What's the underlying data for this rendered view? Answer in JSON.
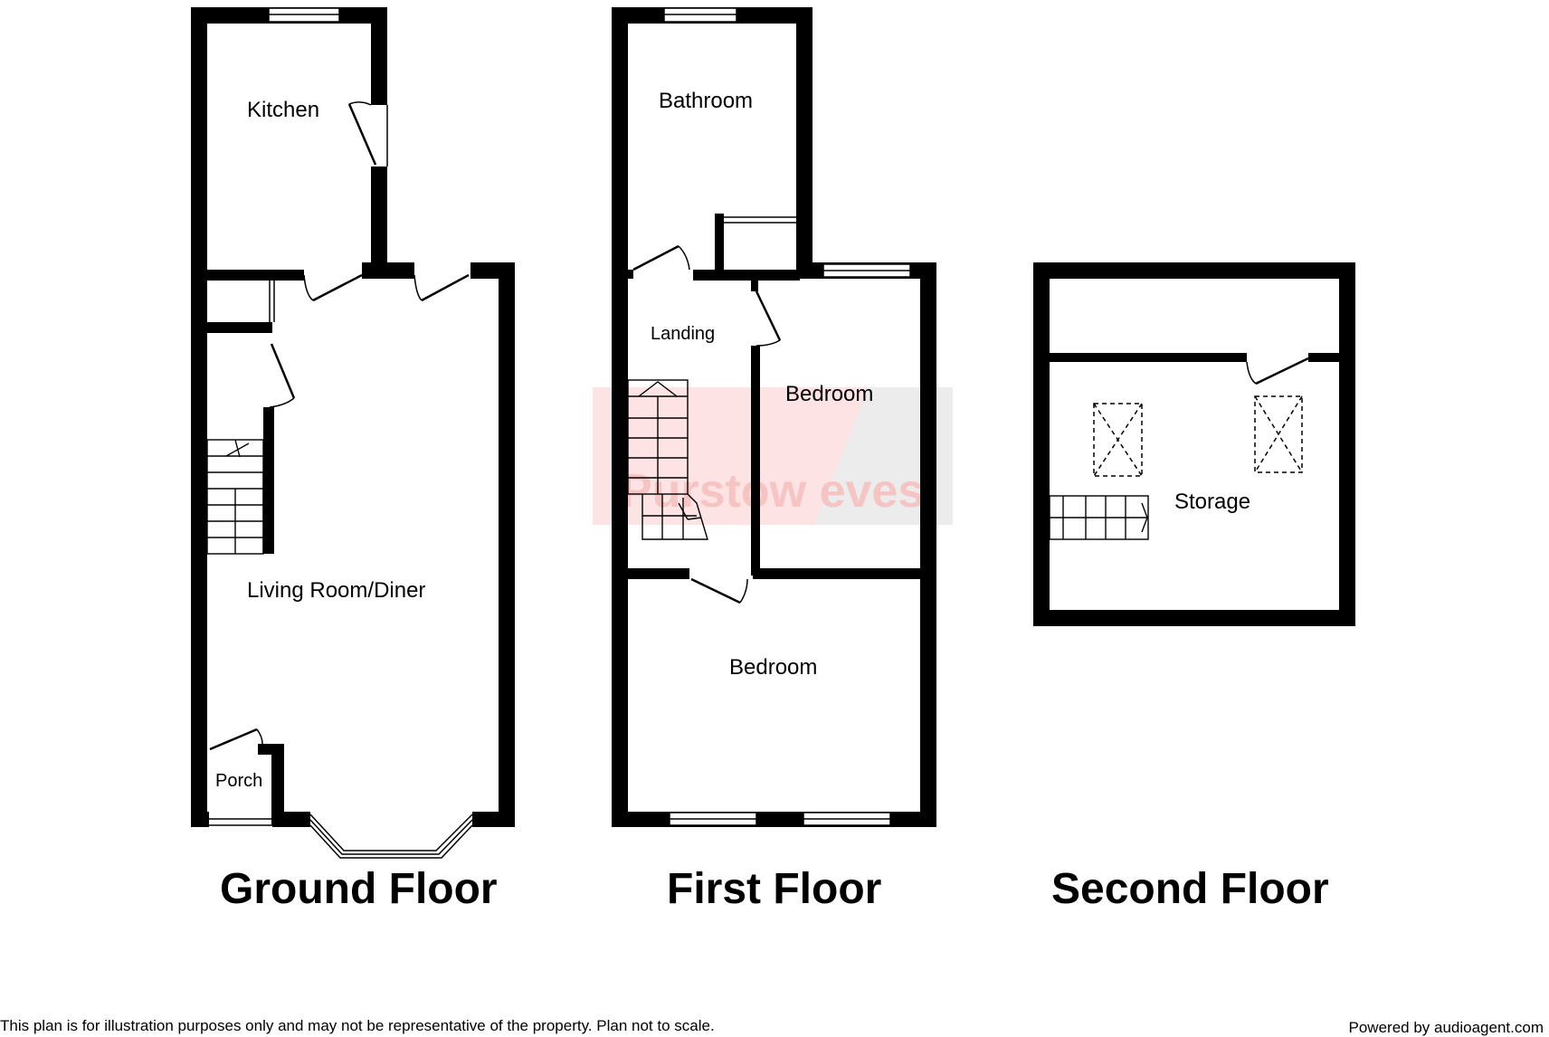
{
  "watermark": {
    "text": "Purstow eves",
    "color": "#e8202a"
  },
  "floors": [
    {
      "title": "Ground Floor",
      "rooms": [
        "Kitchen",
        "Living Room/Diner",
        "Porch"
      ]
    },
    {
      "title": "First Floor",
      "rooms": [
        "Bathroom",
        "Landing",
        "Bedroom",
        "Bedroom"
      ]
    },
    {
      "title": "Second Floor",
      "rooms": [
        "Storage"
      ]
    }
  ],
  "footer": {
    "disclaimer": "This plan is for illustration purposes only and may not be representative of the property. Plan not to scale.",
    "powered_by": "Powered by audioagent.com"
  },
  "colors": {
    "walls": "#000000",
    "background": "#ffffff"
  }
}
